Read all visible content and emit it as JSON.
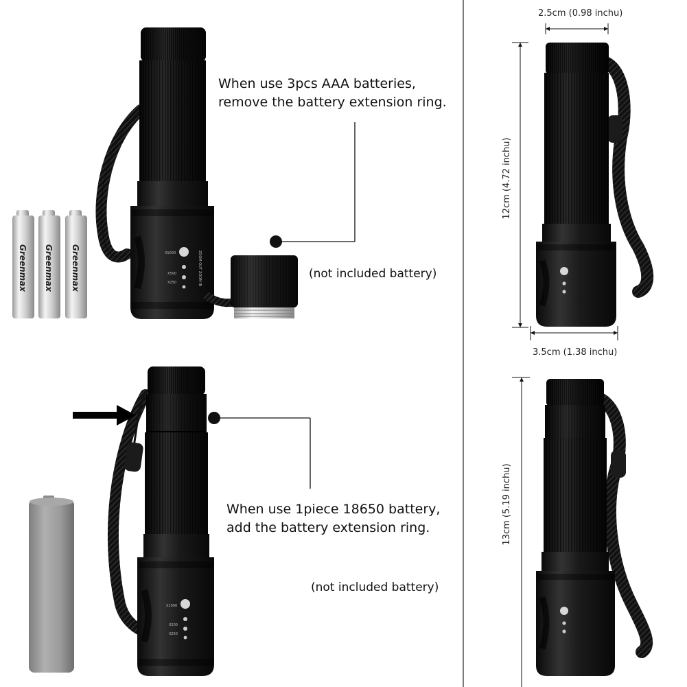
{
  "top_left": {
    "caption_line1": "When use 3pcs AAA batteries,",
    "caption_line2": "remove the battery extension ring.",
    "note": "(not included battery)",
    "battery_brand": "Greenmax"
  },
  "bottom_left": {
    "caption_line1": "When use 1piece 18650 battery,",
    "caption_line2": "add the battery extension ring.",
    "note": "(not included battery)"
  },
  "top_right": {
    "width_label": "2.5cm (0.98 inchu)",
    "height_label": "12cm (4.72 inchu)",
    "head_label": "3.5cm (1.38 inchu)"
  },
  "bottom_right": {
    "height_label": "13cm (5.19 inchu)"
  },
  "colors": {
    "flashlight_body": "#161616",
    "battery_18650": "#9a9a9a",
    "divider": "#222222"
  },
  "head_labels": {
    "zoom_out": "ZOOM OUT",
    "zoom_in": "ZOOM IN",
    "x1000": "X1000",
    "x500": "X500",
    "x250": "X250"
  }
}
